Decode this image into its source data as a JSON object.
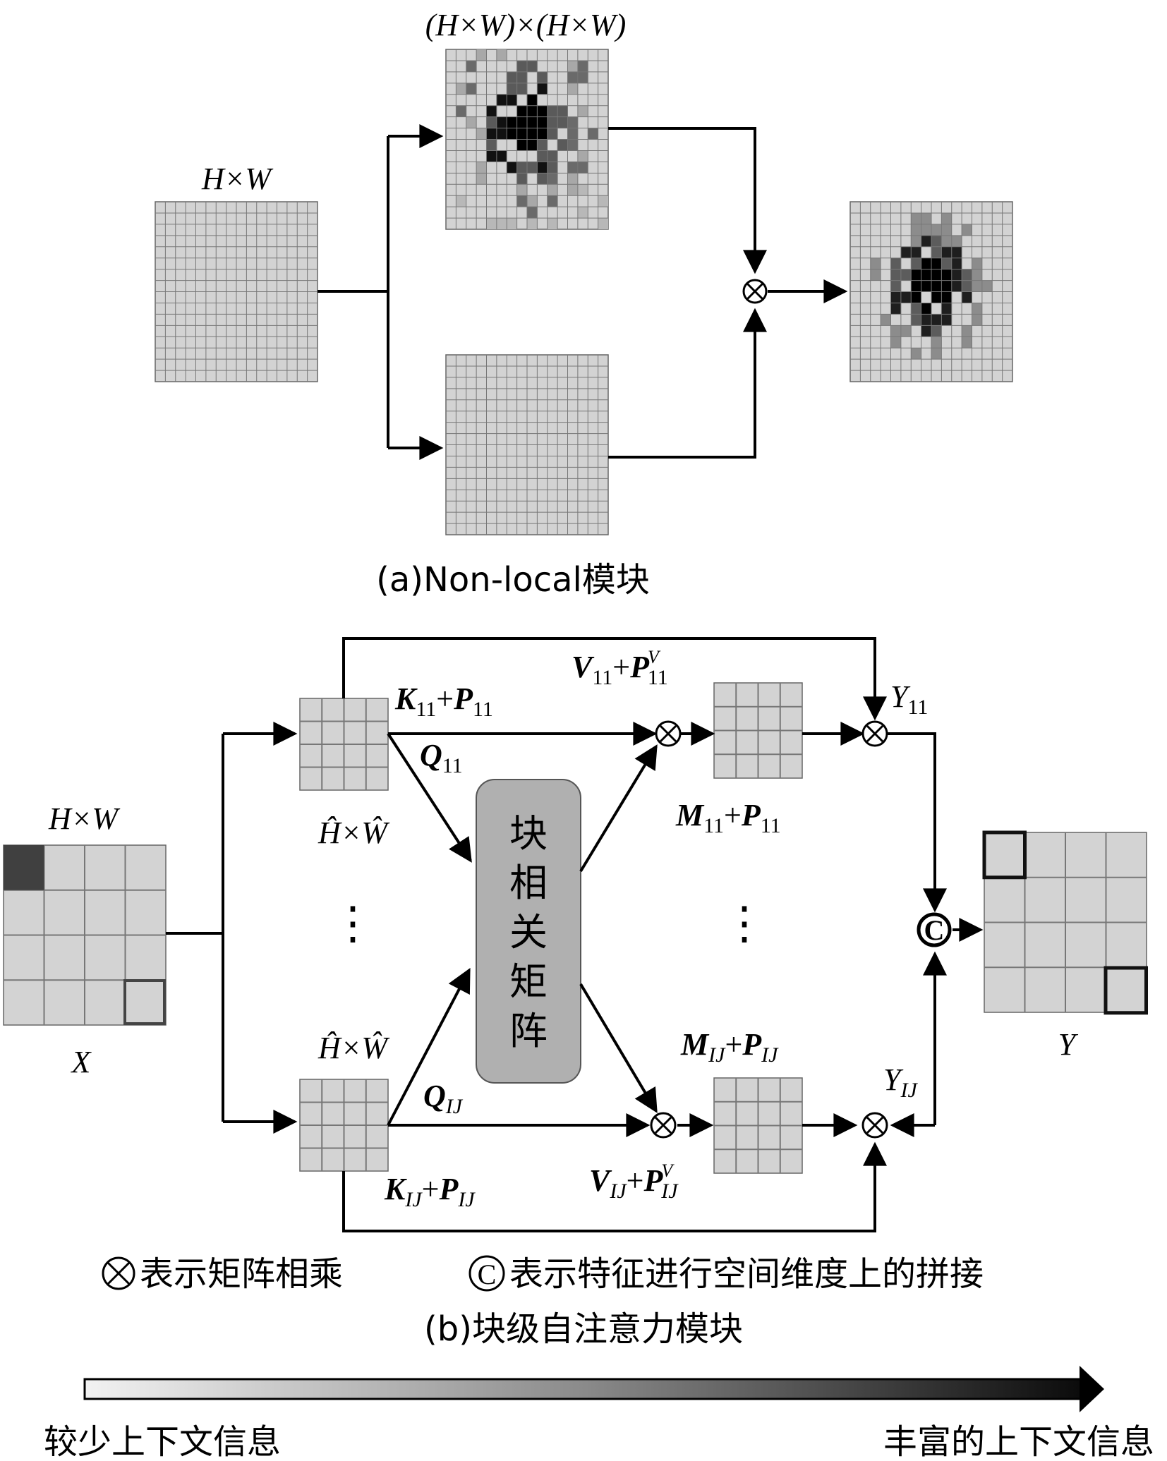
{
  "part_a": {
    "label_hw_input": "H×W",
    "label_affinity": "(H×W)×(H×W)",
    "caption": "(a)Non-local模块"
  },
  "part_b": {
    "label_x_size": "H×W",
    "label_x": "X",
    "label_y": "Y",
    "label_patch_size_top": "Ĥ×Ŵ",
    "label_patch_size_bottom": "Ĥ×Ŵ",
    "label_k11": "K11+P11",
    "label_q11": "Q11",
    "label_v11": "V11+PV11",
    "label_m11": "M11+P11",
    "label_y11": "Y11",
    "label_kij": "KIJ+PIJ",
    "label_qij": "QIJ",
    "label_vij": "VIJ+PVIJ",
    "label_mij": "MIJ+PIJ",
    "label_yij": "YIJ",
    "center_box_text": [
      "块",
      "相",
      "关",
      "矩",
      "阵"
    ],
    "ellipsis": "⋮",
    "concat_symbol": "C",
    "multiply_symbol": "⊗",
    "legend_multiply": "表示矩阵相乘",
    "legend_concat": "表示特征进行空间维度上的拼接",
    "caption": "(b)块级自注意力模块"
  },
  "gradient_bar": {
    "left_label": "较少上下文信息",
    "right_label": "丰富的上下文信息"
  },
  "colors": {
    "cell_light": "#d3d3d3",
    "cell_line": "#777777",
    "center_box": "#b0b0b0",
    "dark_cell": "#404040"
  }
}
